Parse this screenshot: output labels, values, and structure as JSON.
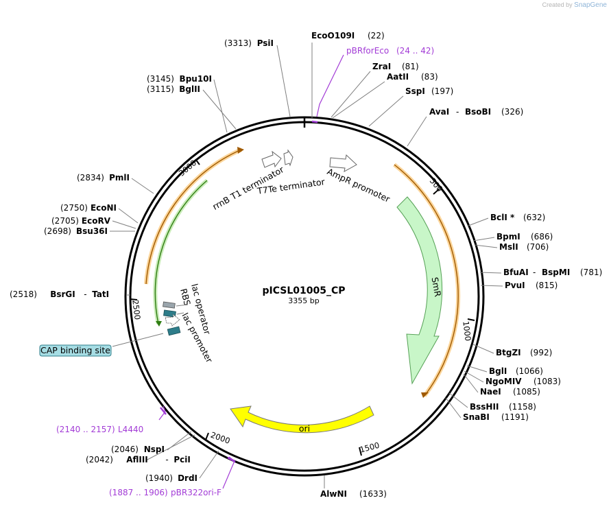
{
  "credit": {
    "prefix": "Created by",
    "brand": "SnapGene"
  },
  "plasmid": {
    "name": "pICSL01005_CP",
    "size_label": "3355 bp"
  },
  "colors": {
    "backbone": "#000000",
    "orange_arrow": "#f5a623",
    "green_arrow": "#3f9a1e",
    "smr": "#c8f6c8",
    "ori": "#ffff00",
    "promoter": "#ffffff",
    "operator": "#9aa5ac",
    "rbs": "#2e7d8a",
    "cap_box": "#a6dde4",
    "primer": "#a23bd6",
    "leader": "#7f7f7f"
  },
  "ticks": [
    "500",
    "1000",
    "1500",
    "2000",
    "2500",
    "3000"
  ],
  "enzymes": [
    {
      "name": "EcoO109I",
      "pos": "(22)"
    },
    {
      "name": "ZraI",
      "pos": "(81)"
    },
    {
      "name": "AatII",
      "pos": "(83)"
    },
    {
      "name": "SspI",
      "pos": "(197)"
    },
    {
      "name": "AvaI",
      "name2": "BsoBI",
      "pos": "(326)"
    },
    {
      "name": "BclI *",
      "pos": "(632)"
    },
    {
      "name": "BpmI",
      "pos": "(686)"
    },
    {
      "name": "MslI",
      "pos": "(706)"
    },
    {
      "name": "BfuAI",
      "name2": "BspMI",
      "pos": "(781)"
    },
    {
      "name": "PvuI",
      "pos": "(815)"
    },
    {
      "name": "BtgZI",
      "pos": "(992)"
    },
    {
      "name": "BglI",
      "pos": "(1066)"
    },
    {
      "name": "NgoMIV",
      "pos": "(1083)"
    },
    {
      "name": "NaeI",
      "pos": "(1085)"
    },
    {
      "name": "BssHII",
      "pos": "(1158)"
    },
    {
      "name": "SnaBI",
      "pos": "(1191)"
    },
    {
      "name": "AlwNI",
      "pos": "(1633)"
    },
    {
      "name": "DrdI",
      "pos": "(1940)"
    },
    {
      "name": "AflIII",
      "name2": "PciI",
      "pos": "(2042)"
    },
    {
      "name": "NspI",
      "pos": "(2046)"
    },
    {
      "name": "BsrGI",
      "name2": "TatI",
      "pos": "(2518)"
    },
    {
      "name": "Bsu36I",
      "pos": "(2698)"
    },
    {
      "name": "EcoRV",
      "pos": "(2705)"
    },
    {
      "name": "EcoNI",
      "pos": "(2750)"
    },
    {
      "name": "PmlI",
      "pos": "(2834)"
    },
    {
      "name": "BglII",
      "pos": "(3115)"
    },
    {
      "name": "Bpu10I",
      "pos": "(3145)"
    },
    {
      "name": "PsiI",
      "pos": "(3313)"
    }
  ],
  "primers": [
    {
      "name": "pBRforEco",
      "range": "(24 .. 42)"
    },
    {
      "range": "(2140 .. 2157)",
      "name": "L4440"
    },
    {
      "range": "(1887 .. 1906)",
      "name": "pBR322ori-F"
    }
  ],
  "features": {
    "rrnB": "rrnB T1 terminator",
    "t7te": "T7Te terminator",
    "ampr_promoter": "AmpR promoter",
    "smr": "SmR",
    "ori": "ori",
    "lac_operator": "lac operator",
    "rbs": "RBS",
    "lac_promoter": "lac promoter",
    "cap": "CAP binding site"
  }
}
